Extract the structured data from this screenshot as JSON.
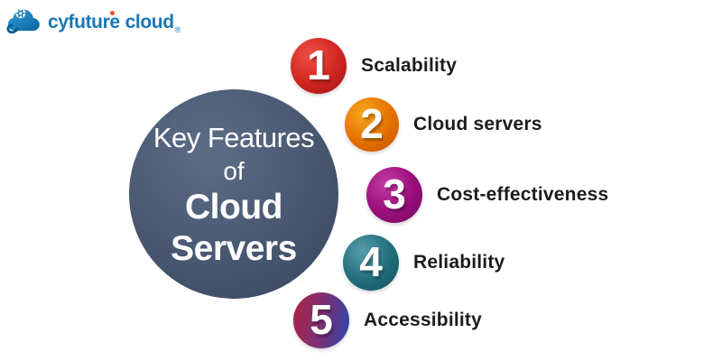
{
  "page": {
    "background": "#ffffff"
  },
  "logo": {
    "brand": "cyfuture",
    "product": "cloud",
    "registered_mark": "®",
    "text_color": "#1577b4",
    "accent_dot_color": "#e4552c",
    "icon_gradient": [
      "#2f9fd8",
      "#0e639e"
    ]
  },
  "main_circle": {
    "lines": [
      {
        "text": "Key Features",
        "weight": "regular"
      },
      {
        "text": "of",
        "weight": "regular"
      },
      {
        "text": "Cloud",
        "weight": "bold"
      },
      {
        "text": "Servers",
        "weight": "bold"
      }
    ],
    "text_color": "#ffffff",
    "gradient": [
      "#5e6d87",
      "#4a5972",
      "#38465f"
    ]
  },
  "label_color": "#1c1c1c",
  "items": [
    {
      "number": "1",
      "label": "Scalability",
      "gradient_type": "radial",
      "colors": [
        "#ec5047",
        "#d32823",
        "#9f1111"
      ]
    },
    {
      "number": "2",
      "label": "Cloud servers",
      "gradient_type": "radial",
      "colors": [
        "#f6a820",
        "#e67300",
        "#c45200"
      ]
    },
    {
      "number": "3",
      "label": "Cost-effectiveness",
      "gradient_type": "radial",
      "colors": [
        "#c13da3",
        "#9c0f7d",
        "#6f0a5c"
      ]
    },
    {
      "number": "4",
      "label": "Reliability",
      "gradient_type": "radial",
      "colors": [
        "#569daa",
        "#25707e",
        "#0b515e"
      ]
    },
    {
      "number": "5",
      "label": "Accessibility",
      "gradient_type": "linear",
      "colors": [
        "#b02343",
        "#7c2f74",
        "#2b49ad"
      ]
    }
  ]
}
